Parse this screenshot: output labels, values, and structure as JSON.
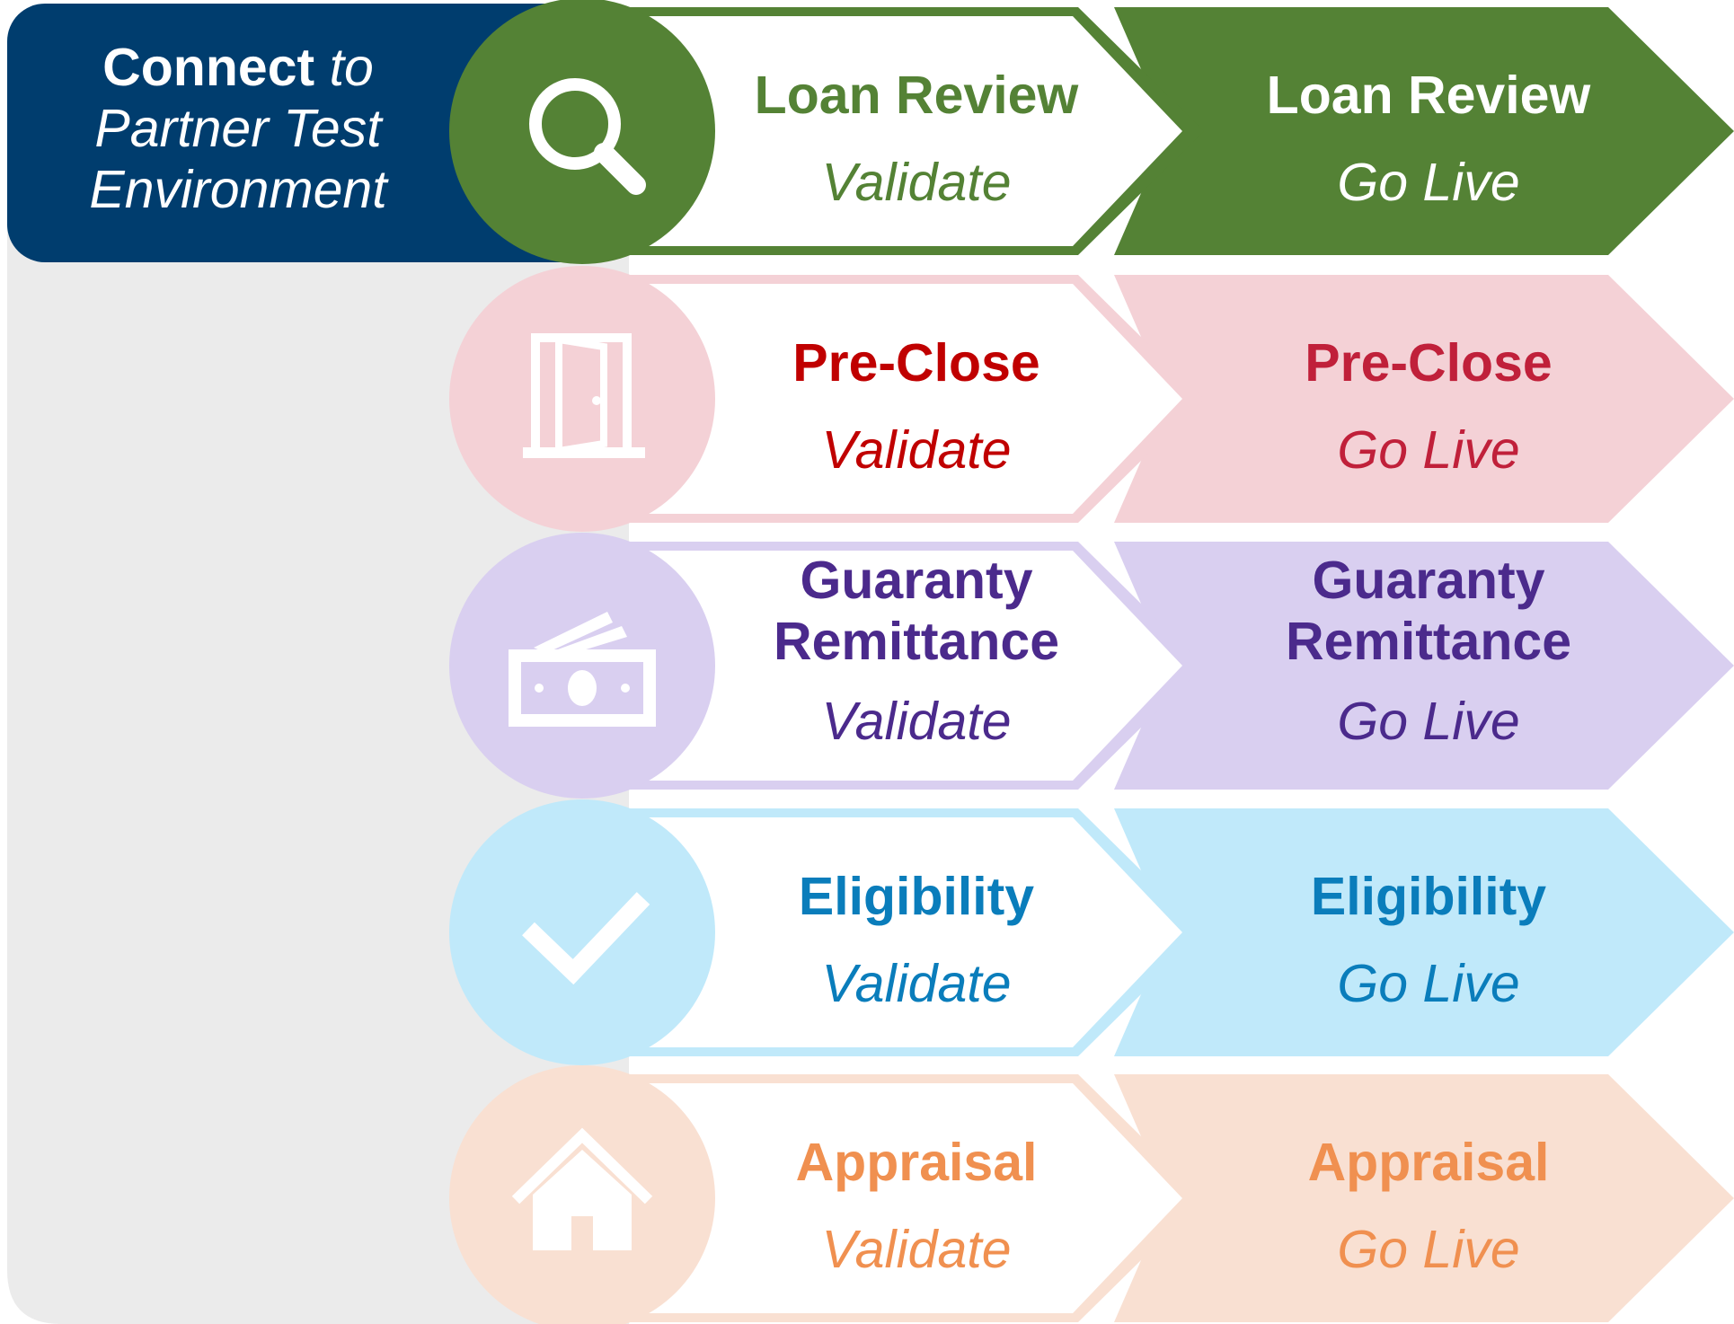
{
  "connect": {
    "bold": "Connect",
    "to": "to",
    "line2": "Partner Test",
    "line3": "Environment",
    "color": "#003d6e",
    "panel_color": "#ebebeb"
  },
  "steps": [
    {
      "name": "Loan Review",
      "name_lines": [
        "Loan Review"
      ],
      "validate": "Validate",
      "golive": "Go Live",
      "icon": "magnifier-icon",
      "text_color": "#548235",
      "fill_color": "#548235",
      "golive_text_color": "#ffffff",
      "golive_sub_color": "#ffffff",
      "icon_color": "#ffffff"
    },
    {
      "name": "Pre-Close",
      "name_lines": [
        "Pre-Close"
      ],
      "validate": "Validate",
      "golive": "Go Live",
      "icon": "door-icon",
      "text_color": "#c00000",
      "fill_color": "#f4d1d6",
      "golive_text_color": "#c0203a",
      "golive_sub_color": "#c0203a",
      "icon_color": "#ffffff"
    },
    {
      "name": "Guaranty Remittance",
      "name_lines": [
        "Guaranty",
        "Remittance"
      ],
      "validate": "Validate",
      "golive": "Go Live",
      "icon": "money-icon",
      "text_color": "#4b2a8c",
      "fill_color": "#d9cff0",
      "golive_text_color": "#4b2a8c",
      "golive_sub_color": "#4b2a8c",
      "icon_color": "#ffffff"
    },
    {
      "name": "Eligibility",
      "name_lines": [
        "Eligibility"
      ],
      "validate": "Validate",
      "golive": "Go Live",
      "icon": "checkmark-icon",
      "text_color": "#0a7dbb",
      "fill_color": "#c0e9fa",
      "golive_text_color": "#0a7dbb",
      "golive_sub_color": "#0a7dbb",
      "icon_color": "#ffffff"
    },
    {
      "name": "Appraisal",
      "name_lines": [
        "Appraisal"
      ],
      "validate": "Validate",
      "golive": "Go Live",
      "icon": "house-icon",
      "text_color": "#f09050",
      "fill_color": "#f9e0d2",
      "golive_text_color": "#f09050",
      "golive_sub_color": "#f09050",
      "icon_color": "#ffffff"
    }
  ]
}
